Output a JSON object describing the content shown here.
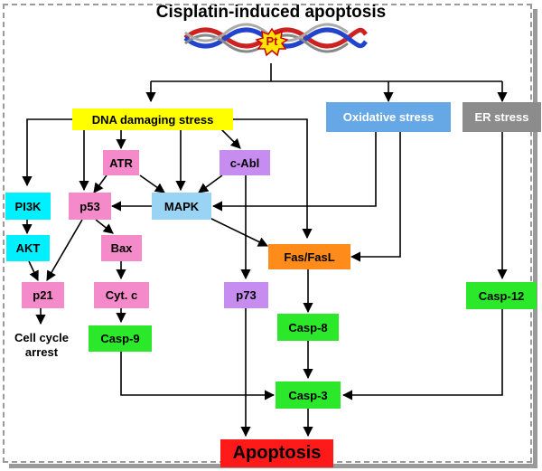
{
  "title": "Cisplatin-induced apoptosis",
  "dna": {
    "center_label": "Pt"
  },
  "nodes": {
    "dna_damaging_stress": "DNA damaging stress",
    "oxidative_stress": "Oxidative stress",
    "er_stress": "ER stress",
    "atr": "ATR",
    "c_abl": "c-Abl",
    "pi3k": "PI3K",
    "p53": "p53",
    "mapk": "MAPK",
    "akt": "AKT",
    "bax": "Bax",
    "fas_fasl": "Fas/FasL",
    "p21": "p21",
    "cyt_c": "Cyt. c",
    "p73": "p73",
    "casp12": "Casp-12",
    "casp8": "Casp-8",
    "casp9": "Casp-9",
    "cell_cycle_arrest": [
      "Cell cycle",
      "arrest"
    ],
    "casp3": "Casp-3",
    "apoptosis": "Apoptosis"
  },
  "colors": {
    "dna_damaging_stress": "#ffff00",
    "oxidative_stress": "#66a8e6",
    "er_stress": "#8c8c8c",
    "p53_pathway": "#f48ac9",
    "c_abl_p73": "#c68cf0",
    "pi3k_akt": "#00f0ff",
    "mapk": "#9ad4f5",
    "caspases": "#2be82b",
    "fas_fasl": "#ff8c1a",
    "apoptosis": "#ff1a1a",
    "pt_star": "#ffe600"
  }
}
